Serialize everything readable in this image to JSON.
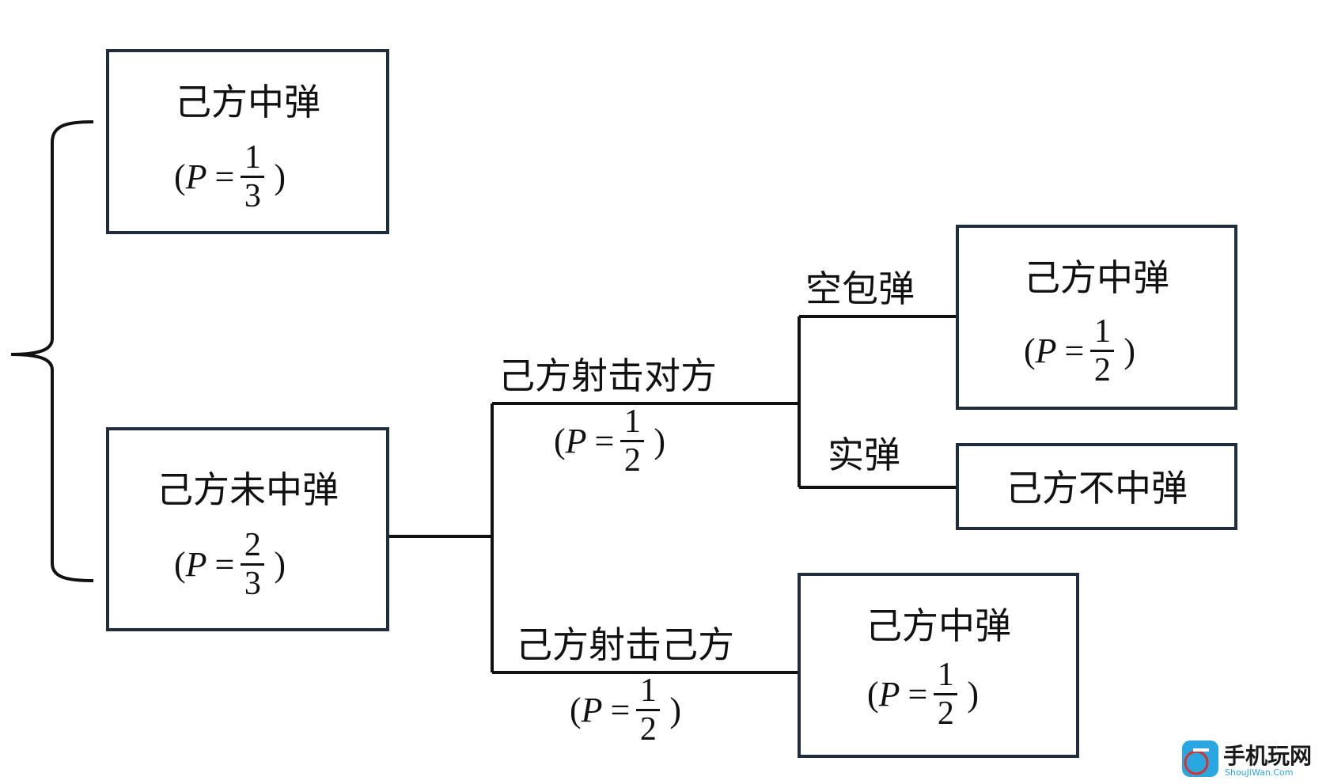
{
  "top_box": {
    "label": "己方中弹",
    "prob": {
      "lhs": "P",
      "eq": "=",
      "num": "1",
      "den": "3"
    }
  },
  "bottom_box": {
    "label": "己方未中弹",
    "prob": {
      "lhs": "P",
      "eq": "=",
      "num": "2",
      "den": "3"
    }
  },
  "branch_upper": {
    "label": "己方射击对方",
    "prob": {
      "lhs": "P",
      "eq": "=",
      "num": "1",
      "den": "2"
    }
  },
  "branch_lower": {
    "label": "己方射击己方",
    "prob": {
      "lhs": "P",
      "eq": "=",
      "num": "1",
      "den": "2"
    }
  },
  "sub_upper": {
    "label": "空包弹"
  },
  "sub_lower": {
    "label": "实弹"
  },
  "result_blank": {
    "label": "己方中弹",
    "prob": {
      "lhs": "P",
      "eq": "=",
      "num": "1",
      "den": "2"
    }
  },
  "result_live": {
    "label": "己方不中弹"
  },
  "result_self": {
    "label": "己方中弹",
    "prob": {
      "lhs": "P",
      "eq": "=",
      "num": "1",
      "den": "2"
    }
  },
  "watermark": {
    "text": "手机玩网",
    "sub": "ShouJiWan.Com",
    "colors": {
      "logo": "#2aa7e0",
      "text": "#1a1a1a",
      "accent": "#d9302c"
    }
  }
}
